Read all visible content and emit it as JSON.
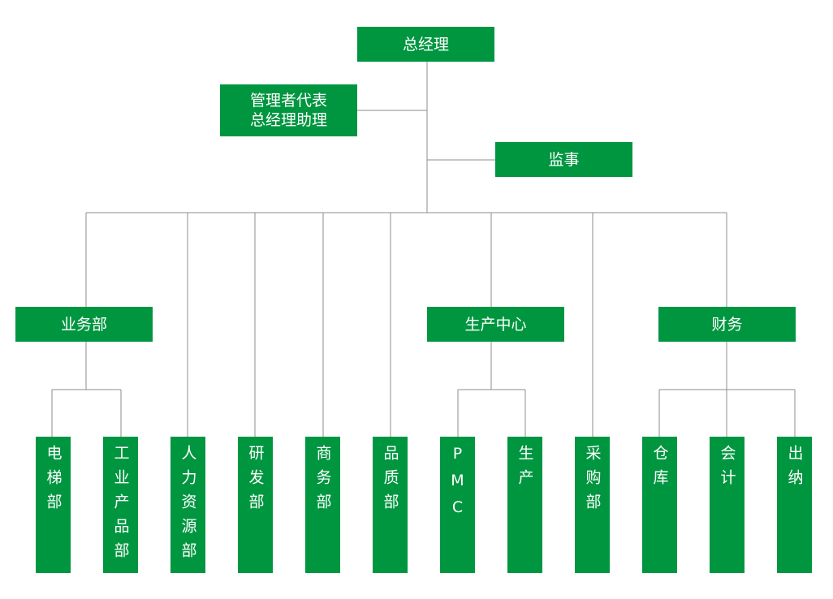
{
  "org": {
    "top": "总经理",
    "rep": [
      "管理者代表",
      "总经理助理"
    ],
    "supervisor": "监事",
    "groups": {
      "sales": "业务部",
      "production": "生产中心",
      "finance": "财务"
    },
    "units": [
      "电梯部",
      "工业产品部",
      "人力资源部",
      "研发部",
      "商务部",
      "品质部",
      "PMC",
      "生产",
      "采购部",
      "仓库",
      "会计",
      "出纳"
    ]
  },
  "colors": {
    "box": "#009640",
    "line": "#8c8c8c",
    "text": "#ffffff"
  }
}
